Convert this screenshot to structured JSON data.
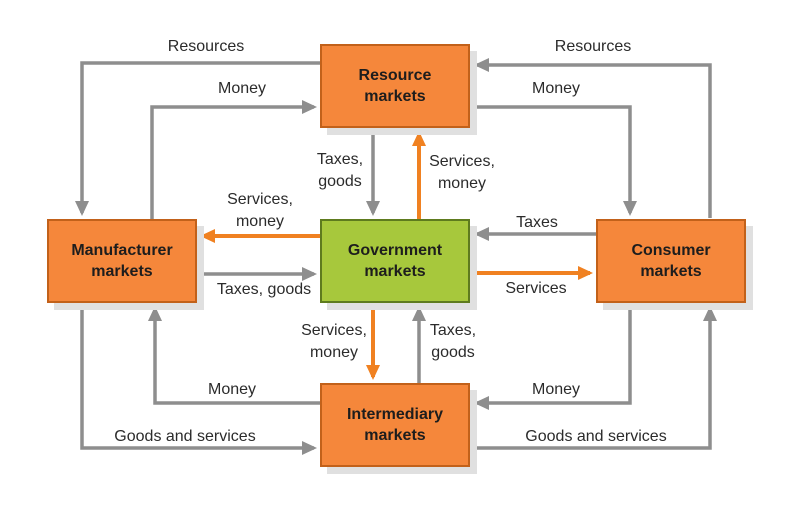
{
  "colors": {
    "background": "#FFFFFF",
    "orange_fill": "#F5873B",
    "orange_border": "#C2611A",
    "green_fill": "#A7C83C",
    "green_border": "#5E7B1E",
    "arrow_gray": "#8E8E8E",
    "arrow_orange": "#F08121",
    "box_text": "#1D1D1D",
    "label_text": "#2B2B2B",
    "shadow": "#E0E0E0"
  },
  "nodes": {
    "resource": {
      "label": "Resource\nmarkets"
    },
    "government": {
      "label": "Government\nmarkets"
    },
    "manufacturer": {
      "label": "Manufacturer\nmarkets"
    },
    "consumer": {
      "label": "Consumer\nmarkets"
    },
    "intermediary": {
      "label": "Intermediary\nmarkets"
    }
  },
  "flows": {
    "resources_to_manufacturer": {
      "label": "Resources",
      "from": "Resource markets",
      "to": "Manufacturer markets",
      "color": "gray"
    },
    "money_to_resource_left": {
      "label": "Money",
      "from": "Manufacturer markets",
      "to": "Resource markets",
      "color": "gray"
    },
    "resources_to_resource_right": {
      "label": "Resources",
      "from": "Consumer markets",
      "to": "Resource markets",
      "color": "gray"
    },
    "money_to_consumer": {
      "label": "Money",
      "from": "Resource markets",
      "to": "Consumer markets",
      "color": "gray"
    },
    "taxes_goods_to_government_top": {
      "label": "Taxes,\ngoods",
      "from": "Resource markets",
      "to": "Government markets",
      "color": "gray"
    },
    "services_money_to_resource": {
      "label": "Services,\nmoney",
      "from": "Government markets",
      "to": "Resource markets",
      "color": "orange"
    },
    "services_money_to_manufacturer": {
      "label": "Services,\nmoney",
      "from": "Government markets",
      "to": "Manufacturer markets",
      "color": "orange"
    },
    "taxes_goods_to_government_left": {
      "label": "Taxes, goods",
      "from": "Manufacturer markets",
      "to": "Government markets",
      "color": "gray"
    },
    "taxes_to_government_right": {
      "label": "Taxes",
      "from": "Consumer markets",
      "to": "Government markets",
      "color": "gray"
    },
    "services_to_consumer": {
      "label": "Services",
      "from": "Government markets",
      "to": "Consumer markets",
      "color": "orange"
    },
    "services_money_to_intermediary": {
      "label": "Services,\nmoney",
      "from": "Government markets",
      "to": "Intermediary markets",
      "color": "orange"
    },
    "taxes_goods_to_government_bottom": {
      "label": "Taxes,\ngoods",
      "from": "Intermediary markets",
      "to": "Government markets",
      "color": "gray"
    },
    "money_to_manufacturer": {
      "label": "Money",
      "from": "Intermediary markets",
      "to": "Manufacturer markets",
      "color": "gray"
    },
    "goods_services_to_intermediary": {
      "label": "Goods and services",
      "from": "Manufacturer markets",
      "to": "Intermediary markets",
      "color": "gray"
    },
    "money_to_intermediary": {
      "label": "Money",
      "from": "Consumer markets",
      "to": "Intermediary markets",
      "color": "gray"
    },
    "goods_services_to_consumer": {
      "label": "Goods and services",
      "from": "Intermediary markets",
      "to": "Consumer markets",
      "color": "gray"
    }
  }
}
